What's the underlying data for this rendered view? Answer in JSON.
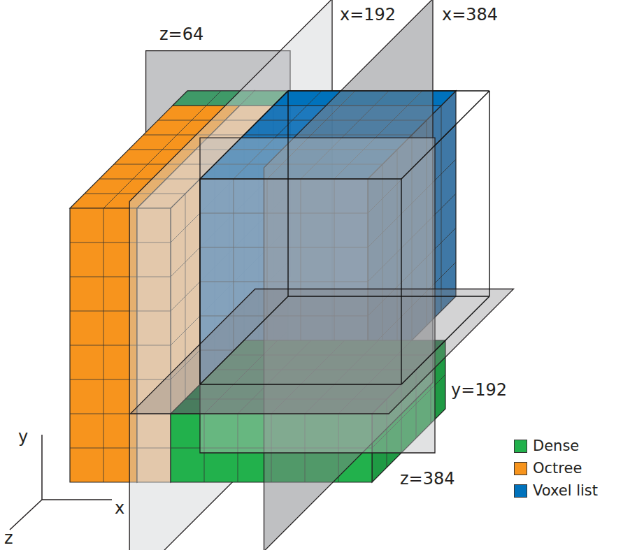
{
  "diagram": {
    "labels": [
      "z=64",
      "x=192",
      "x=384",
      "y=192",
      "z=384",
      "y",
      "x",
      "z"
    ],
    "legend": [
      {
        "text": "Dense",
        "color": "#22b14c"
      },
      {
        "text": "Octree",
        "color": "#f7941d"
      },
      {
        "text": "Voxel list",
        "color": "#0072bc"
      }
    ]
  }
}
